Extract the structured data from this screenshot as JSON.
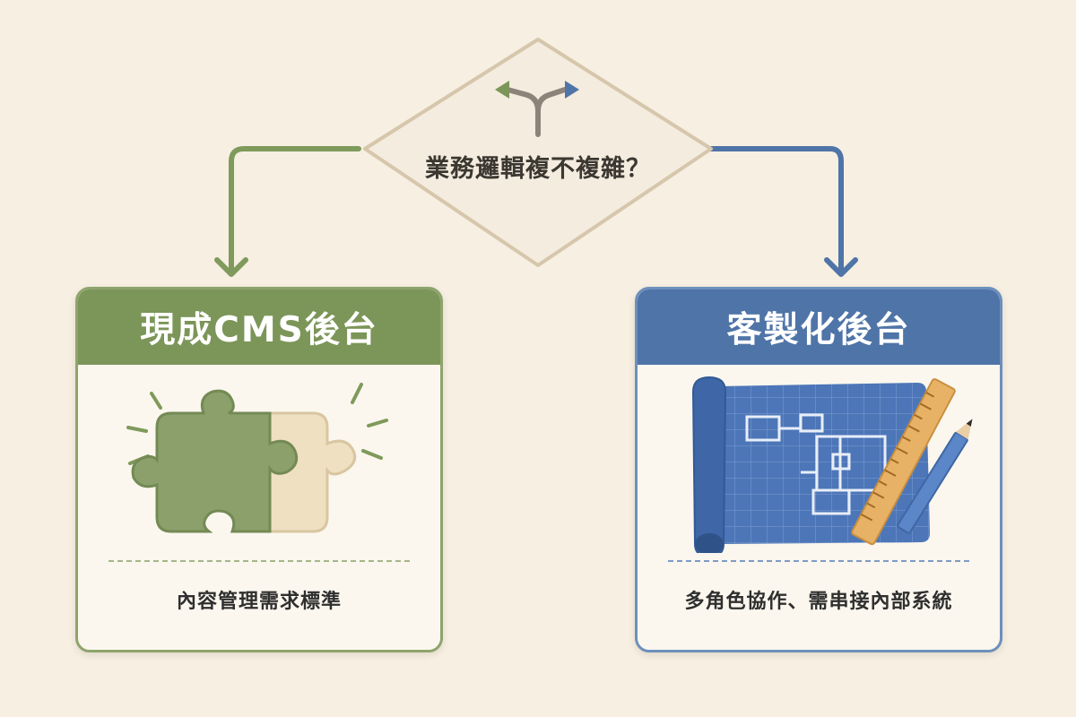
{
  "decision": {
    "question": "業務邏輯複不複雜？",
    "icon": "fork-arrows-icon"
  },
  "options": {
    "left": {
      "title": "現成CMS後台",
      "description": "內容管理需求標準",
      "icon": "puzzle-pieces-icon",
      "color": "#7c9558"
    },
    "right": {
      "title": "客製化後台",
      "description": "多角色協作、需串接內部系統",
      "icon": "blueprint-ruler-pencil-icon",
      "color": "#4f74a7"
    }
  },
  "colors": {
    "background": "#f6efe2",
    "left_accent": "#7c9558",
    "right_accent": "#4f74a7",
    "decision_fill": "#f4ecdf",
    "decision_border": "#d6c6ab"
  }
}
